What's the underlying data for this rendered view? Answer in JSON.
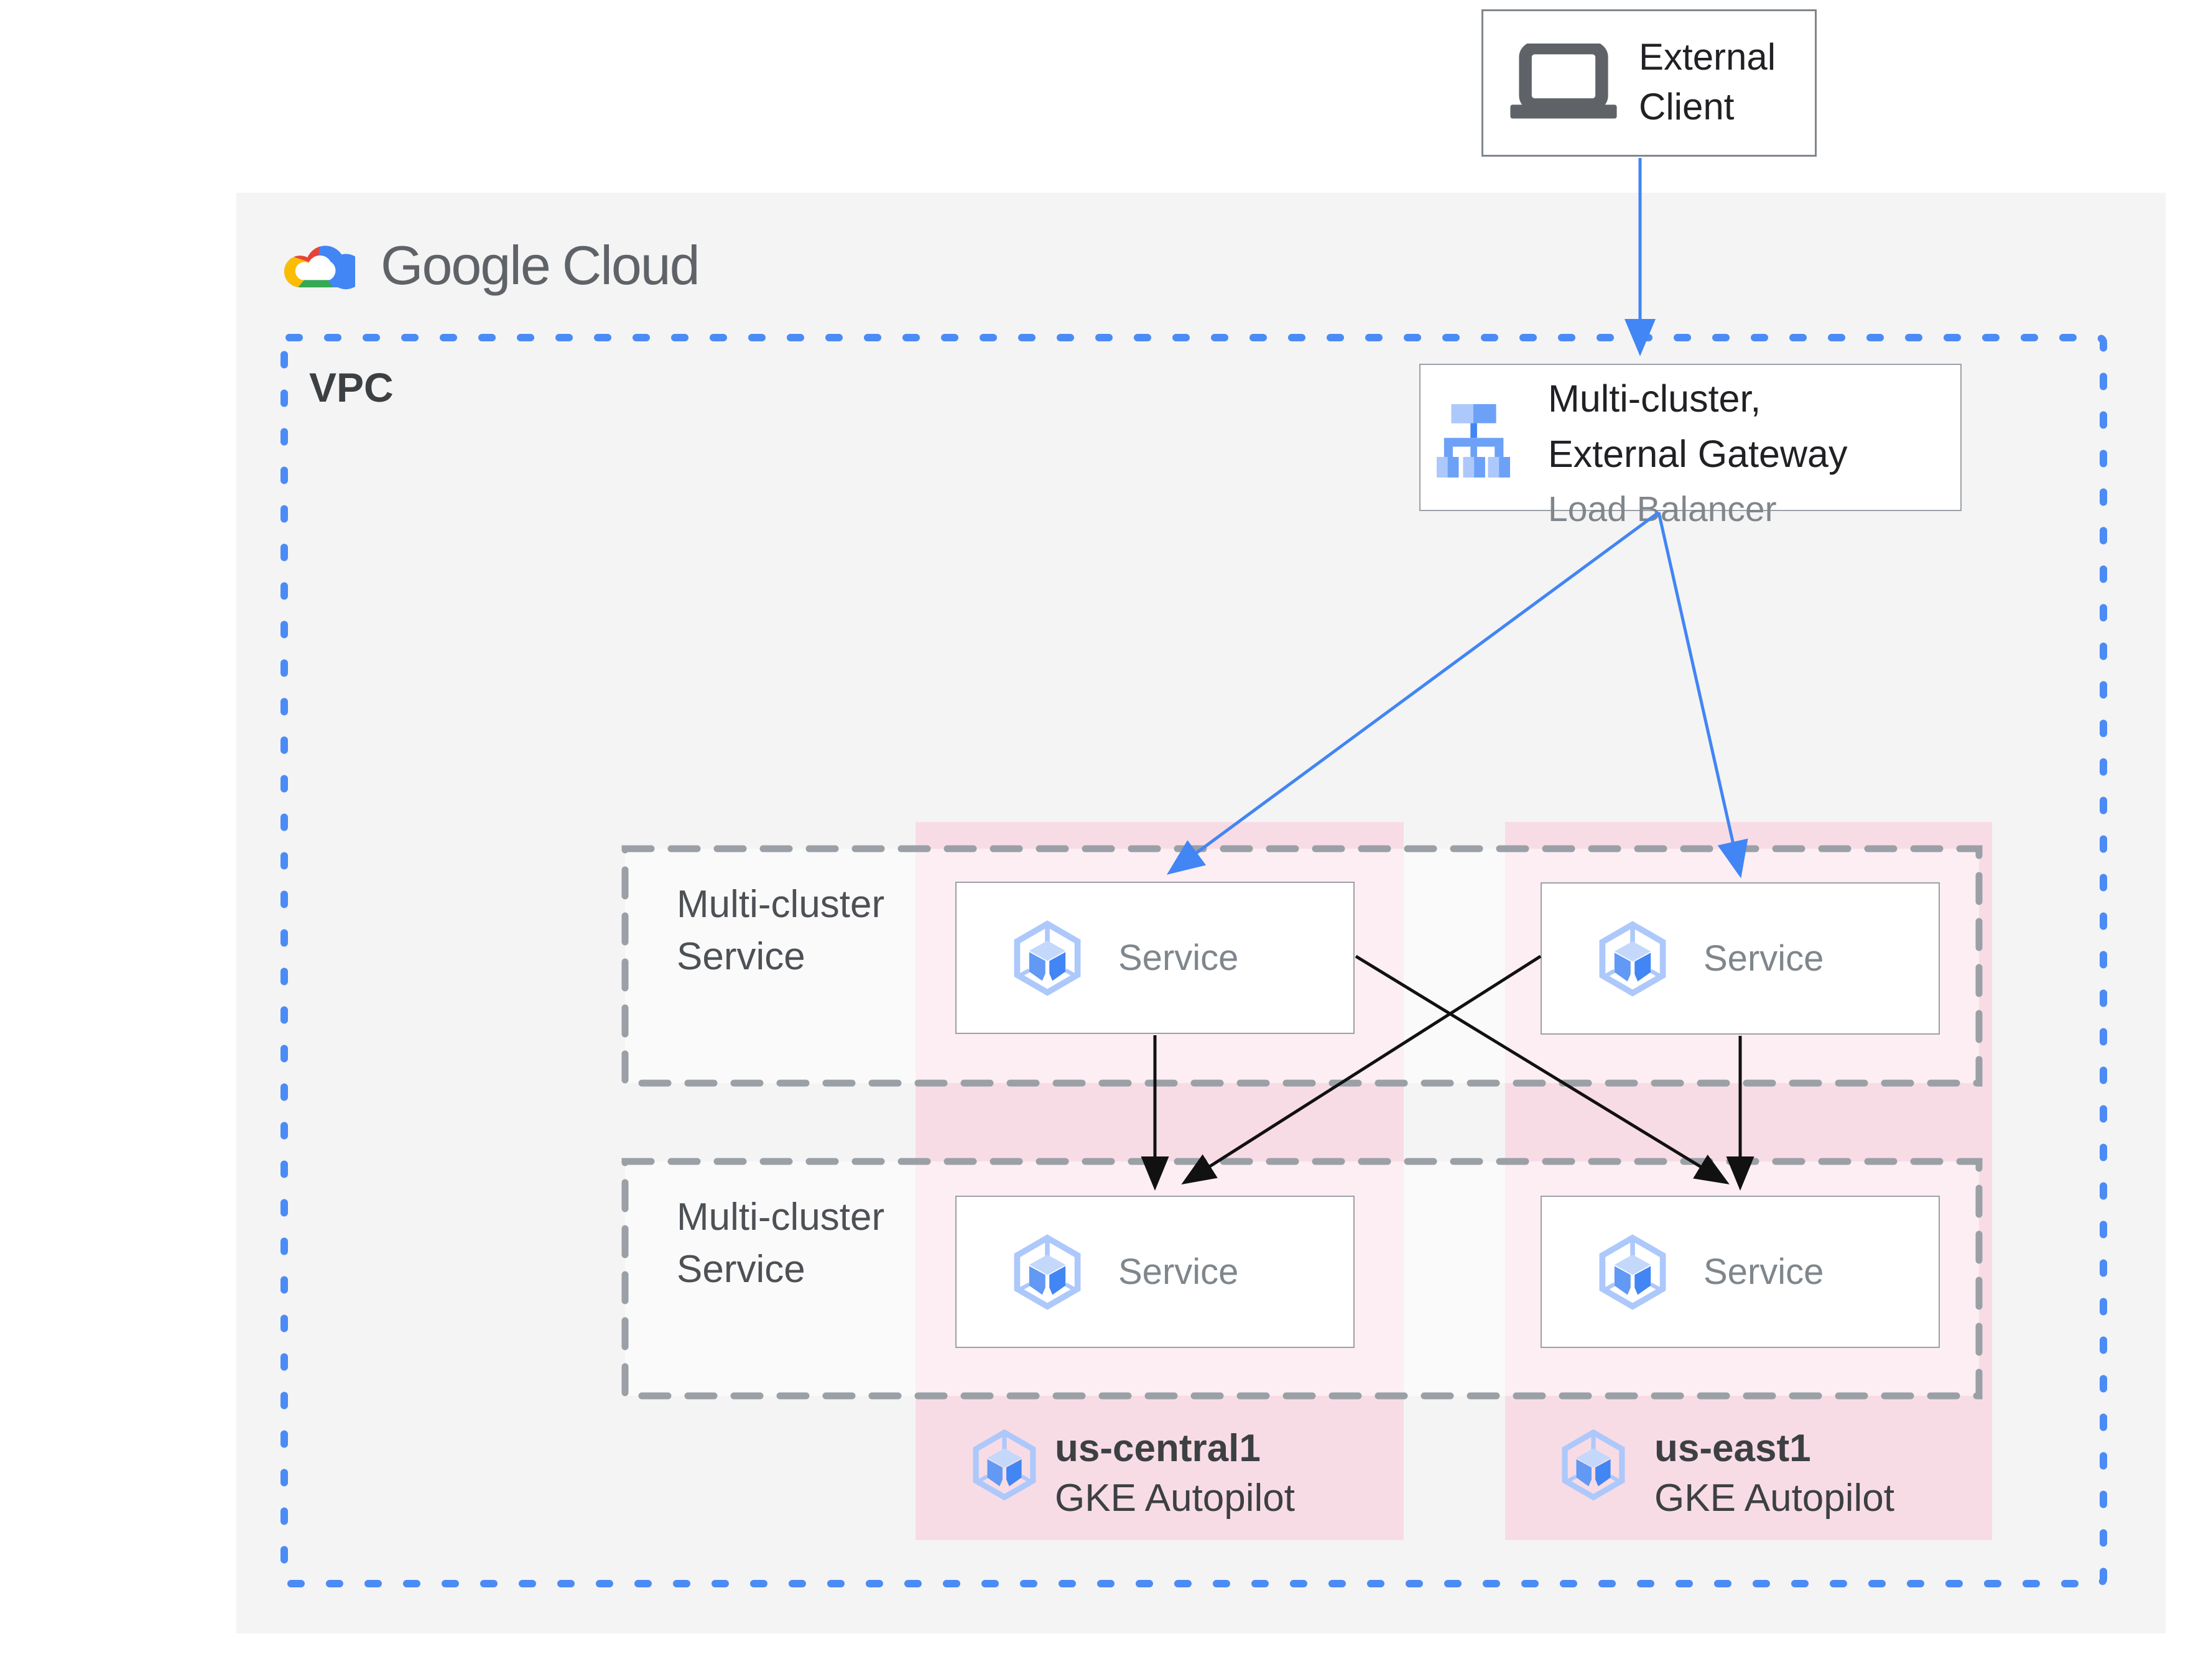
{
  "logo": {
    "google": "Google",
    "cloud": "Cloud"
  },
  "external_client": {
    "line1": "External",
    "line2": "Client"
  },
  "vpc": {
    "label": "VPC"
  },
  "gateway": {
    "line1": "Multi-cluster,",
    "line2": "External Gateway",
    "line3": "Load Balancer"
  },
  "rows": [
    {
      "line1": "Multi-cluster",
      "line2": "Service"
    },
    {
      "line1": "Multi-cluster",
      "line2": "Service"
    }
  ],
  "services": [
    {
      "label": "Service"
    },
    {
      "label": "Service"
    },
    {
      "label": "Service"
    },
    {
      "label": "Service"
    }
  ],
  "clusters": [
    {
      "region": "us-central1",
      "platform": "GKE Autopilot"
    },
    {
      "region": "us-east1",
      "platform": "GKE Autopilot"
    }
  ],
  "colors": {
    "accent_blue": "#4285f4",
    "light_blue": "#adc8fb",
    "mid_blue": "#6ca1f7",
    "pink_region": "#f8dce5",
    "canvas_gray": "#f4f4f5",
    "dashed_gray": "#9aa0a6",
    "arrow_black": "#111111",
    "text_dark": "#202124",
    "text_gray": "#80868b",
    "text_medium": "#5f6368",
    "logo_red": "#ea4335",
    "logo_yellow": "#fbbc04",
    "logo_green": "#34a853"
  }
}
